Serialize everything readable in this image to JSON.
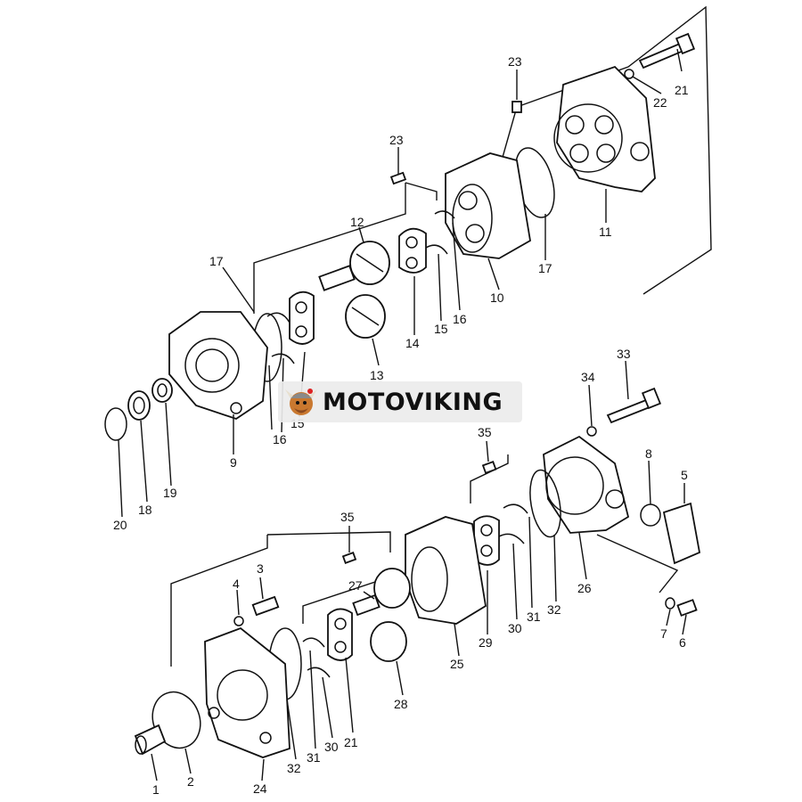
{
  "brand": {
    "name": "MOTOVIKING"
  },
  "upper_assembly": {
    "labels": [
      "23",
      "21",
      "22",
      "23",
      "11",
      "17",
      "12",
      "10",
      "17",
      "14",
      "15",
      "16",
      "13",
      "9",
      "16",
      "15",
      "20",
      "18",
      "19"
    ]
  },
  "lower_assembly": {
    "labels": [
      "33",
      "34",
      "35",
      "8",
      "5",
      "35",
      "3",
      "4",
      "27",
      "26",
      "29",
      "30",
      "31",
      "32",
      "25",
      "7",
      "6",
      "28",
      "21",
      "30",
      "31",
      "32",
      "1",
      "2",
      "24"
    ]
  }
}
